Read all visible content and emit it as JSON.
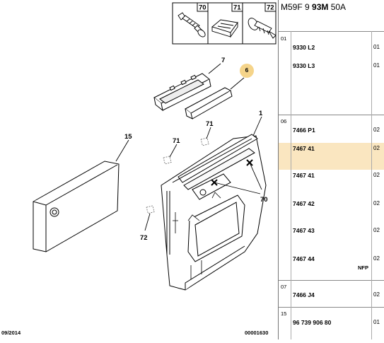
{
  "reference": {
    "prefix": "M59F 9 ",
    "bold": "93M",
    "suffix": " 50A"
  },
  "thumbnails": [
    {
      "number": "70"
    },
    {
      "number": "71"
    },
    {
      "number": "72"
    }
  ],
  "callouts": {
    "c1": "1",
    "c6": "6",
    "c7": "7",
    "c15": "15",
    "c70": "70",
    "c71a": "71",
    "c71b": "71",
    "c72": "72"
  },
  "footer": {
    "date": "09/2014",
    "code": "00001630"
  },
  "parts_table": {
    "groups": [
      {
        "label": "01",
        "rows": [
          {
            "part": "9330 L2",
            "qty": "01"
          },
          {
            "part": "9330 L3",
            "qty": "01"
          }
        ]
      },
      {
        "label": "06",
        "rows": [
          {
            "part": "7466 P1",
            "qty": "02"
          },
          {
            "part": "7467 41",
            "qty": "02",
            "highlighted": true
          },
          {
            "part": "7467 41",
            "qty": "02"
          },
          {
            "part": "7467 42",
            "qty": "02"
          },
          {
            "part": "7467 43",
            "qty": "02"
          },
          {
            "part": "7467 44",
            "qty": "02",
            "note": "NFP"
          }
        ]
      },
      {
        "label": "07",
        "rows": [
          {
            "part": "7466 J4",
            "qty": "02"
          }
        ]
      },
      {
        "label": "15",
        "rows": [
          {
            "part": "96 739 906 80",
            "qty": "01"
          }
        ]
      }
    ]
  },
  "colors": {
    "highlight": "#fae6c0",
    "badge": "#f5d48a"
  }
}
